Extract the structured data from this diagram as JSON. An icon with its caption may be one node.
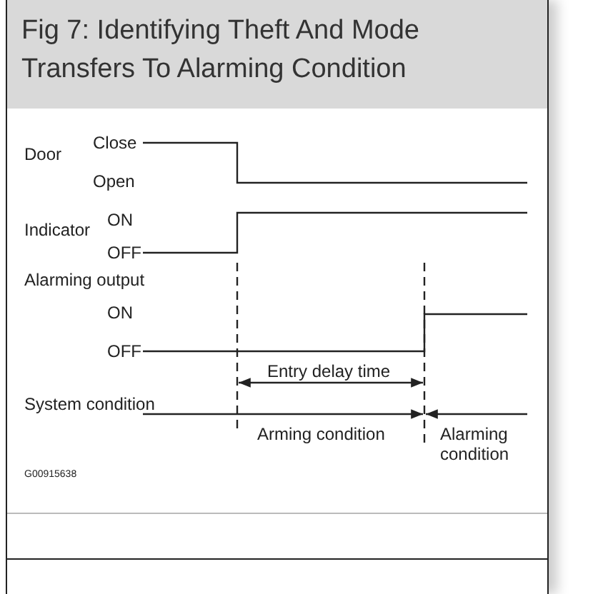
{
  "diagram": {
    "title": "Fig 7: Identifying Theft And Mode Transfers To Alarming Condition",
    "labels": [
      "Door",
      "Close",
      "Open",
      "Indicator",
      "ON",
      "OFF",
      "Alarming output",
      "ON",
      "OFF",
      "Entry delay time",
      "System condition",
      "Arming condition",
      "Alarming condition",
      "G00915638"
    ]
  }
}
